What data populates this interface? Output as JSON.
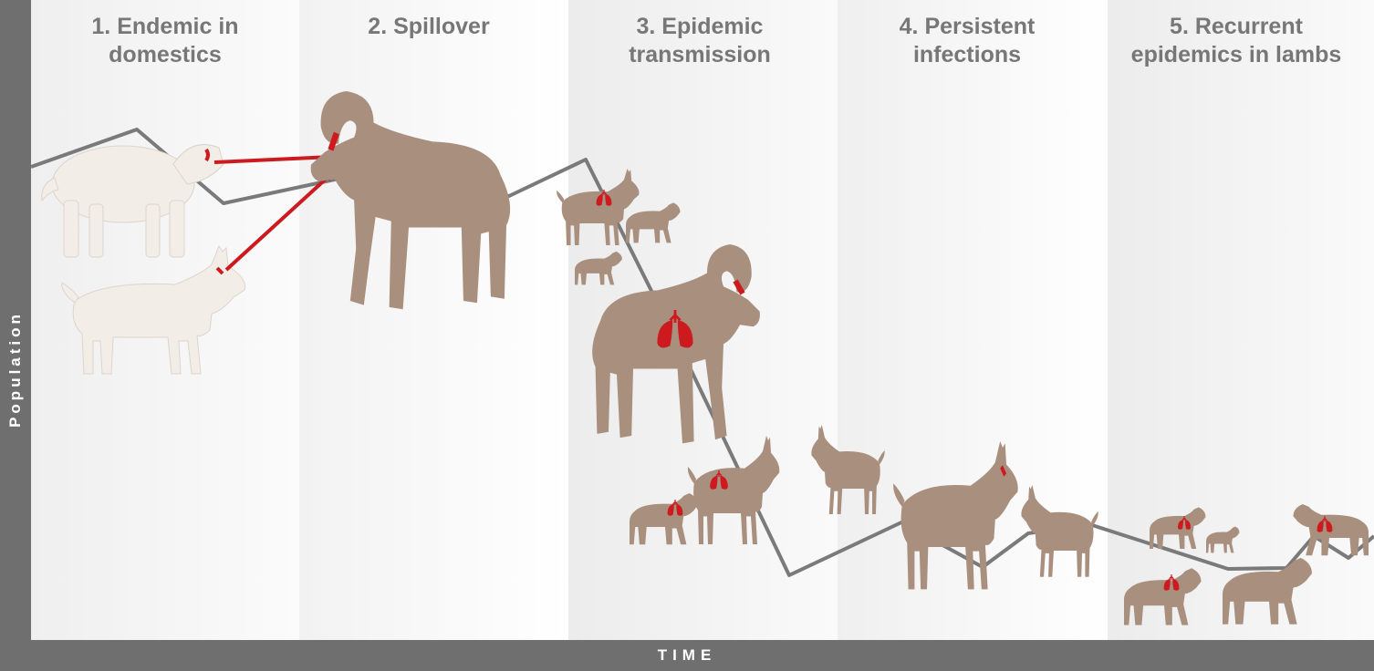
{
  "stages": [
    {
      "line1": "1. Endemic in",
      "line2": "domestics"
    },
    {
      "line1": "2. Spillover",
      "line2": ""
    },
    {
      "line1": "3. Epidemic",
      "line2": "transmission"
    },
    {
      "line1": "4. Persistent",
      "line2": "infections"
    },
    {
      "line1": "5. Recurrent",
      "line2": "epidemics in lambs"
    }
  ],
  "axes": {
    "y_label": "Population",
    "x_label": "TIME"
  },
  "colors": {
    "axis": "#6f6f6f",
    "trend_line": "#7a7a7a",
    "bighorn": "#a98f7e",
    "domestic": "#f3ede8",
    "infection": "#cc1a1f"
  }
}
